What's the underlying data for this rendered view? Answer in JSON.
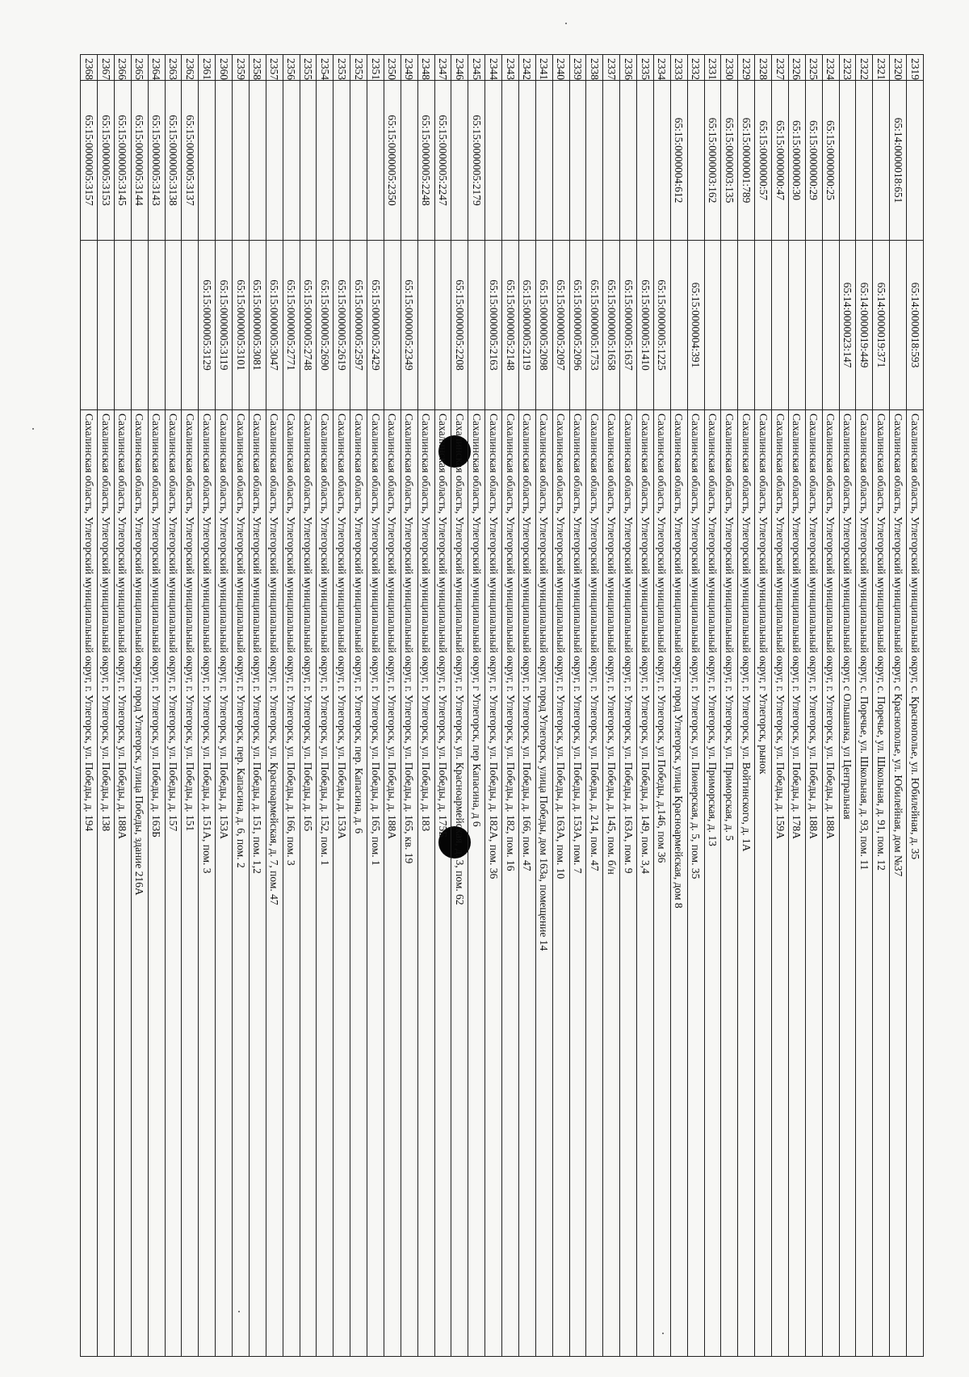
{
  "register": {
    "rows": [
      {
        "n": "2319",
        "cad1": "",
        "cad2": "65:14:0000018:593",
        "addr": "Сахалинская область, Углегорский муниципальный округ, с. Краснополье, ул. Юбилейная, д. 35"
      },
      {
        "n": "2320",
        "cad1": "65:14:0000018:651",
        "cad2": "",
        "addr": "Сахалинская область, Углегорский муниципальный округ, с Краснополье, ул. Юбилейная, дом №37"
      },
      {
        "n": "2321",
        "cad1": "",
        "cad2": "65:14:0000019:371",
        "addr": "Сахалинская область, Углегорский муниципальный округ, с. Поречье, ул. Школьная, д. 91, пом. 12"
      },
      {
        "n": "2322",
        "cad1": "",
        "cad2": "65:14:0000019:449",
        "addr": "Сахалинская область, Углегорский муниципальный округ, с. Поречье, ул. Школьная, д. 93, пом. 11"
      },
      {
        "n": "2323",
        "cad1": "",
        "cad2": "65:14:0000023:147",
        "addr": "Сахалинская область, Углегорский муниципальный округ, с Ольшанка, ул Центральная"
      },
      {
        "n": "2324",
        "cad1": "65:15:0000000:25",
        "cad2": "",
        "addr": "Сахалинская область, Углегорский муниципальный округ, г. Углегорск, ул. Победы, д. 188А"
      },
      {
        "n": "2325",
        "cad1": "65:15:0000000:29",
        "cad2": "",
        "addr": "Сахалинская область, Углегорский муниципальный округ, г. Углегорск, ул. Победы, д. 188А"
      },
      {
        "n": "2326",
        "cad1": "65:15:0000000:30",
        "cad2": "",
        "addr": "Сахалинская область, Углегорский муниципальный округ, г. Углегорск, ул. Победы, д. 178А"
      },
      {
        "n": "2327",
        "cad1": "65:15:0000000:47",
        "cad2": "",
        "addr": "Сахалинская область, Углегорский муниципальный округ, г. Углегорск, ул. Победы, д. 159А"
      },
      {
        "n": "2328",
        "cad1": "65:15:0000000:57",
        "cad2": "",
        "addr": "Сахалинская область, Углегорский муниципальный округ, г Углегорск, рынок"
      },
      {
        "n": "2329",
        "cad1": "65:15:0000001:789",
        "cad2": "",
        "addr": "Сахалинская область, Углегорский муниципальный округ, г. Углегорск, ул. Войтинского, д. 1А"
      },
      {
        "n": "2330",
        "cad1": "65:15:0000003:135",
        "cad2": "",
        "addr": "Сахалинская область, Углегорский муниципальный округ, г. Углегорск, ул. Приморская, д. 5"
      },
      {
        "n": "2331",
        "cad1": "65:15:0000003:162",
        "cad2": "",
        "addr": "Сахалинская область, Углегорский муниципальный округ, г. Углегорск, ул. Приморская, д. 13"
      },
      {
        "n": "2332",
        "cad1": "",
        "cad2": "65:15:0000004:391",
        "addr": "Сахалинская область, Углегорский муниципальный округ, г. Углегорск, ул. Пионерская, д. 5, пом. 35"
      },
      {
        "n": "2333",
        "cad1": "65:15:0000004:612",
        "cad2": "",
        "addr": "Сахалинская область, Углегорский муниципальный округ, город Углегорск, улица Красноармейская, дом 8"
      },
      {
        "n": "2334",
        "cad1": "",
        "cad2": "65:15:0000005:1225",
        "addr": "Сахалинская область, Углегорский муниципальный округ, г. Углегорск, ул Победы, д.146, пом 36"
      },
      {
        "n": "2335",
        "cad1": "",
        "cad2": "65:15:0000005:1410",
        "addr": "Сахалинская область, Углегорский муниципальный округ, г. Углегорск, ул. Победы, д. 149, пом. 3,4"
      },
      {
        "n": "2336",
        "cad1": "",
        "cad2": "65:15:0000005:1637",
        "addr": "Сахалинская область, Углегорский муниципальный округ, г. Углегорск, ул. Победы, д. 163А, пом. 9"
      },
      {
        "n": "2337",
        "cad1": "",
        "cad2": "65:15:0000005:1658",
        "addr": "Сахалинская область, Углегорский муниципальный округ, г. Углегорск, ул. Победы, д. 145, пом. б/н"
      },
      {
        "n": "2338",
        "cad1": "",
        "cad2": "65:15:0000005:1753",
        "addr": "Сахалинская область, Углегорский муниципальный округ, г. Углегорск, ул. Победы, д. 214, пом. 47"
      },
      {
        "n": "2339",
        "cad1": "",
        "cad2": "65:15:0000005:2096",
        "addr": "Сахалинская область, Углегорский муниципальный округ, г. Углегорск, ул. Победы, д. 153А, пом. 7"
      },
      {
        "n": "2340",
        "cad1": "",
        "cad2": "65:15:0000005:2097",
        "addr": "Сахалинская область, Углегорский муниципальный округ, г. Углегорск, ул. Победы, д. 163А, пом. 10"
      },
      {
        "n": "2341",
        "cad1": "",
        "cad2": "65:15:0000005:2098",
        "addr": "Сахалинская область, Углегорский муниципальный округ, город Углегорск, улица Победы, дом 163а, помещение 14"
      },
      {
        "n": "2342",
        "cad1": "",
        "cad2": "65:15:0000005:2119",
        "addr": "Сахалинская область, Углегорский муниципальный округ, г. Углегорск, ул. Победы, д. 166, пом. 47"
      },
      {
        "n": "2343",
        "cad1": "",
        "cad2": "65:15:0000005:2148",
        "addr": "Сахалинская область, Углегорский муниципальный округ, г. Углегорск, ул. Победы, д. 182, пом. 16"
      },
      {
        "n": "2344",
        "cad1": "",
        "cad2": "65:15:0000005:2163",
        "addr": "Сахалинская область, Углегорский муниципальный округ, г. Углегорск, ул. Победы, д. 182А, пом. 36"
      },
      {
        "n": "2345",
        "cad1": "65:15:0000005:2179",
        "cad2": "",
        "addr": "Сахалинская область, Углегорский муниципальный округ, г Углегорск, пер Капасина, д 6"
      },
      {
        "n": "2346",
        "cad1": "",
        "cad2": "65:15:0000005:2208",
        "addr": "Сахалинская область, Углегорский муниципальный округ, г. Углегорск, ул. Красноармейская, д. 3, пом. 62"
      },
      {
        "n": "2347",
        "cad1": "65:15:0000005:2247",
        "cad2": "",
        "addr": "Сахалинская область, Углегорский муниципальный округ, г. Углегорск, ул. Победы, д. 175Б"
      },
      {
        "n": "2348",
        "cad1": "65:15:0000005:2248",
        "cad2": "",
        "addr": "Сахалинская область, Углегорский муниципальный округ, г. Углегорск, ул. Победы, д. 183"
      },
      {
        "n": "2349",
        "cad1": "",
        "cad2": "65:15:0000005:2349",
        "addr": "Сахалинская область, Углегорский муниципальный округ, г. Углегорск, ул. Победы, д. 165, кв. 19"
      },
      {
        "n": "2350",
        "cad1": "65:15:0000005:2350",
        "cad2": "",
        "addr": "Сахалинская область, Углегорский муниципальный округ, г. Углегорск, ул. Победы, д. 188А"
      },
      {
        "n": "2351",
        "cad1": "",
        "cad2": "65:15:0000005:2429",
        "addr": "Сахалинская область, Углегорский муниципальный округ, г. Углегорск, ул. Победы, д. 165, пом. 1"
      },
      {
        "n": "2352",
        "cad1": "",
        "cad2": "65:15:0000005:2597",
        "addr": "Сахалинская область, Углегорский муниципальный округ, г. Углегорск, пер. Капасина, д. 6"
      },
      {
        "n": "2353",
        "cad1": "",
        "cad2": "65:15:0000005:2619",
        "addr": "Сахалинская область, Углегорский муниципальный округ, г. Углегорск, ул. Победы, д. 153А"
      },
      {
        "n": "2354",
        "cad1": "",
        "cad2": "65:15:0000005:2690",
        "addr": "Сахалинская область, Углегорский муниципальный округ, г. Углегорск, ул. Победы, д. 152, пом. 1"
      },
      {
        "n": "2355",
        "cad1": "",
        "cad2": "65:15:0000005:2748",
        "addr": "Сахалинская область, Углегорский муниципальный округ, г. Углегорск, ул. Победы, д. 165"
      },
      {
        "n": "2356",
        "cad1": "",
        "cad2": "65:15:0000005:2771",
        "addr": "Сахалинская область, Углегорский муниципальный округ, г. Углегорск, ул. Победы, д. 166, пом. 3"
      },
      {
        "n": "2357",
        "cad1": "",
        "cad2": "65:15:0000005:3047",
        "addr": "Сахалинская область, Углегорский муниципальный округ, г. Углегорск, ул. Красноармейская, д. 7, пом. 47"
      },
      {
        "n": "2358",
        "cad1": "",
        "cad2": "65:15:0000005:3081",
        "addr": "Сахалинская область, Углегорский муниципальный округ, г. Углегорск, ул. Победы, д. 151, пом. 1,2"
      },
      {
        "n": "2359",
        "cad1": "",
        "cad2": "65:15:0000005:3101",
        "addr": "Сахалинская область, Углегорский муниципальный округ, г. Углегорск, пер. Капасина, д. 6, пом. 2"
      },
      {
        "n": "2360",
        "cad1": "",
        "cad2": "65:15:0000005:3119",
        "addr": "Сахалинская область, Углегорский муниципальный округ, г. Углегорск, ул. Победы, д. 153А"
      },
      {
        "n": "2361",
        "cad1": "",
        "cad2": "65:15:0000005:3129",
        "addr": "Сахалинская область, Углегорский муниципальный округ, г. Углегорск, ул. Победы, д. 151А, пом. 3"
      },
      {
        "n": "2362",
        "cad1": "65:15:0000005:3137",
        "cad2": "",
        "addr": "Сахалинская область, Углегорский муниципальный округ, г. Углегорск, ул. Победы, д. 151"
      },
      {
        "n": "2363",
        "cad1": "65:15:0000005:3138",
        "cad2": "",
        "addr": "Сахалинская область, Углегорский муниципальный округ, г. Углегорск, ул. Победы, д. 157"
      },
      {
        "n": "2364",
        "cad1": "65:15:0000005:3143",
        "cad2": "",
        "addr": "Сахалинская область, Углегорский муниципальный округ, г. Углегорск, ул. Победы, д. 163Б"
      },
      {
        "n": "2365",
        "cad1": "65:15:0000005:3144",
        "cad2": "",
        "addr": "Сахалинская область, Углегорский муниципальный округ, город Углегорск, улица Победы, здание 216А"
      },
      {
        "n": "2366",
        "cad1": "65:15:0000005:3145",
        "cad2": "",
        "addr": "Сахалинская область, Углегорский муниципальный округ, г. Углегорск, ул. Победы, д. 188А"
      },
      {
        "n": "2367",
        "cad1": "65:15:0000005:3153",
        "cad2": "",
        "addr": "Сахалинская область, Углегорский муниципальный округ, г. Углегорск, ул. Победы, д. 138"
      },
      {
        "n": "2368",
        "cad1": "65:15:0000005:3157",
        "cad2": "",
        "addr": "Сахалинская область, Углегорский муниципальный округ, г. Углегорск, ул. Победы, д. 194"
      }
    ]
  }
}
